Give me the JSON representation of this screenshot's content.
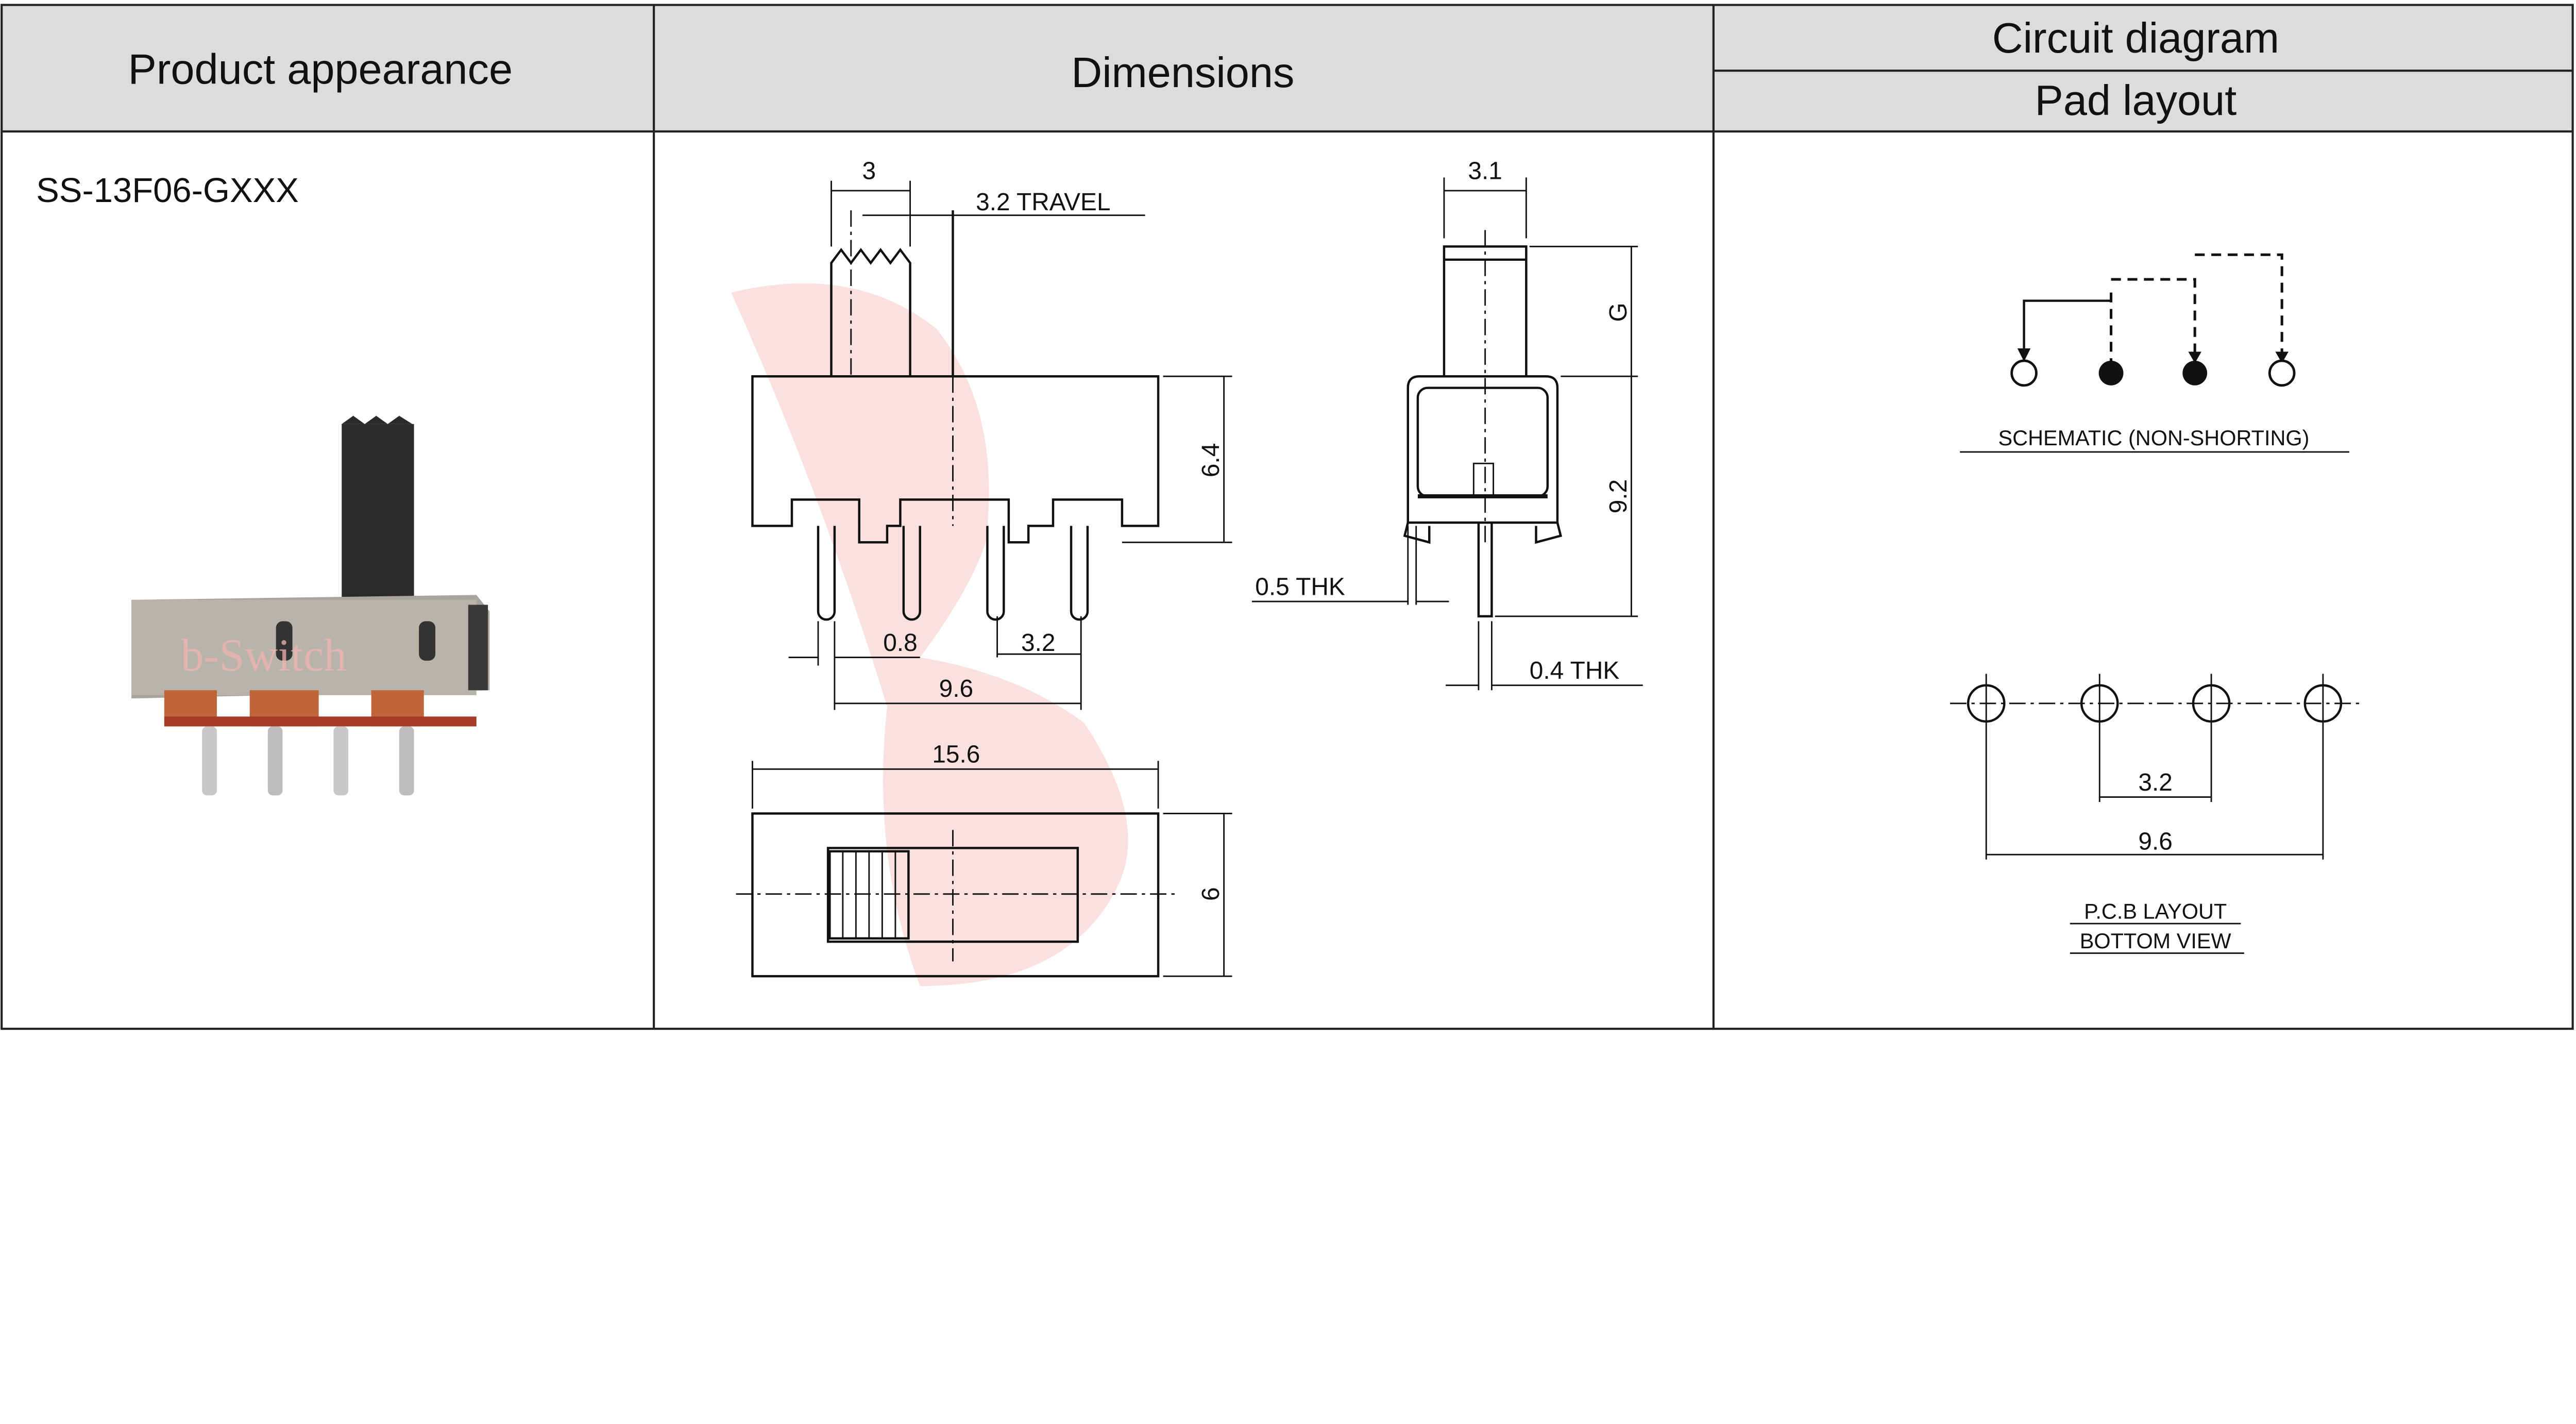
{
  "headers": {
    "product_appearance": "Product appearance",
    "dimensions": "Dimensions",
    "circuit_diagram": "Circuit diagram",
    "pad_layout": "Pad layout"
  },
  "product": {
    "model": "SS-13F06-GXXX",
    "watermark_text": "b-Switch"
  },
  "dimensions": {
    "actuator_width": "3",
    "travel": "3.2 TRAVEL",
    "body_height": "6.4",
    "pin_width": "0.8",
    "pin_pitch": "3.2",
    "pin_span": "9.6",
    "front_stem_width": "3.1",
    "actuator_height": "G",
    "overall_height": "9.2",
    "frame_thickness": "0.5 THK",
    "pin_thickness": "0.4 THK",
    "body_length": "15.6",
    "body_width": "6"
  },
  "circuit": {
    "schematic_caption": "SCHEMATIC (NON-SHORTING)",
    "pcb_caption_line1": "P.C.B LAYOUT",
    "pcb_caption_line2": "BOTTOM VIEW",
    "pcb_pitch": "3.2",
    "pcb_span": "9.6"
  },
  "colors": {
    "header_bg": "#dcdcdc",
    "watermark": "#f7c6c6",
    "line": "#111111"
  }
}
